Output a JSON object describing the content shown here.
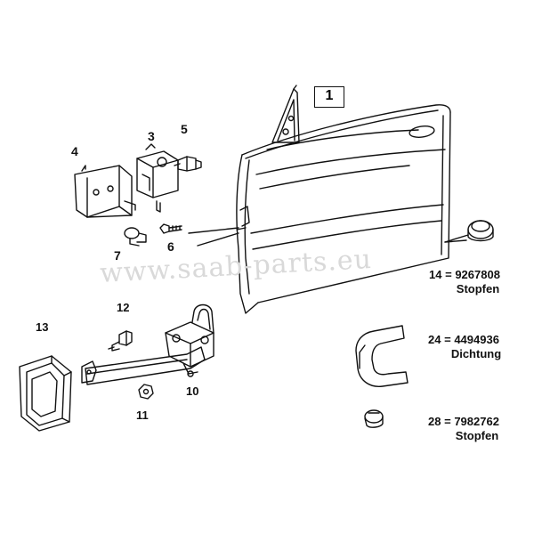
{
  "watermark": "www.saab-parts.eu",
  "main_part": "1",
  "labels": {
    "p3": "3",
    "p4": "4",
    "p5": "5",
    "p6": "6",
    "p7": "7",
    "p10": "10",
    "p11": "11",
    "p12": "12",
    "p13": "13"
  },
  "callouts": [
    {
      "line1": "14 = 9267808",
      "line2": "Stopfen"
    },
    {
      "line1": "24 = 4494936",
      "line2": "Dichtung"
    },
    {
      "line1": "28 = 7982762",
      "line2": "Stopfen"
    }
  ],
  "colors": {
    "stroke": "#111111",
    "watermark": "#d9d9d9",
    "bg": "#ffffff"
  }
}
